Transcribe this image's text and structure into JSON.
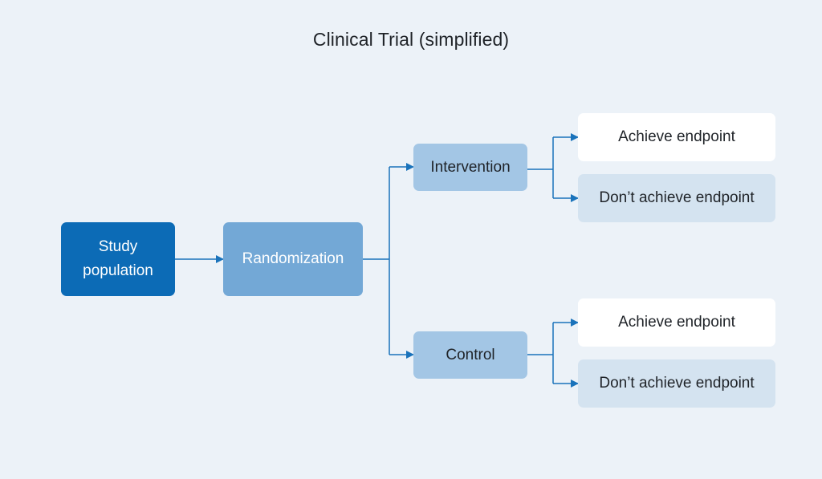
{
  "title": "Clinical Trial (simplified)",
  "colors": {
    "background": "#ecf2f8",
    "line": "#1a73bb",
    "study": "#0c6bb6",
    "randomization": "#73a8d6",
    "arm": "#a3c6e5",
    "outcome_achieve": "#ffffff",
    "outcome_not": "#d4e3f0"
  },
  "nodes": {
    "study_population": "Study\npopulation",
    "randomization": "Randomization",
    "intervention": "Intervention",
    "control": "Control",
    "intervention_achieve": "Achieve endpoint",
    "intervention_not_achieve": "Don’t achieve endpoint",
    "control_achieve": "Achieve endpoint",
    "control_not_achieve": "Don’t achieve endpoint"
  },
  "edges": [
    {
      "from": "study_population",
      "to": "randomization"
    },
    {
      "from": "randomization",
      "to": "intervention"
    },
    {
      "from": "randomization",
      "to": "control"
    },
    {
      "from": "intervention",
      "to": "intervention_achieve"
    },
    {
      "from": "intervention",
      "to": "intervention_not_achieve"
    },
    {
      "from": "control",
      "to": "control_achieve"
    },
    {
      "from": "control",
      "to": "control_not_achieve"
    }
  ]
}
